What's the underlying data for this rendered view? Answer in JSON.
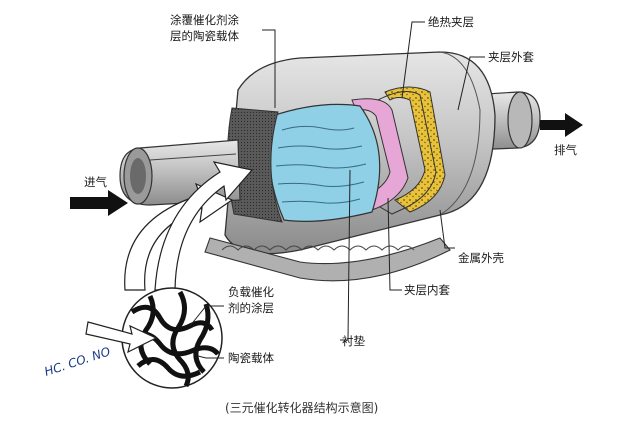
{
  "labels": {
    "coated_carrier_1": "涂覆催化剂涂",
    "coated_carrier_2": "层的陶瓷载体",
    "insulation_layer": "绝热夹层",
    "outer_jacket": "夹层外套",
    "exhaust_out": "排气",
    "intake": "进气",
    "metal_shell": "金属外壳",
    "inner_jacket": "夹层内套",
    "liner": "衬垫",
    "catalyst_coating_1": "负载催化",
    "catalyst_coating_2": "剂的涂层",
    "ceramic_carrier": "陶瓷载体",
    "gases": "HC. CO. NO"
  },
  "caption": "(三元催化转化器结构示意图)",
  "colors": {
    "monolith": "#8fd0e6",
    "liner": "#e6a6d6",
    "insulation": "#e8c23a",
    "shell": "#cfcfcf"
  }
}
